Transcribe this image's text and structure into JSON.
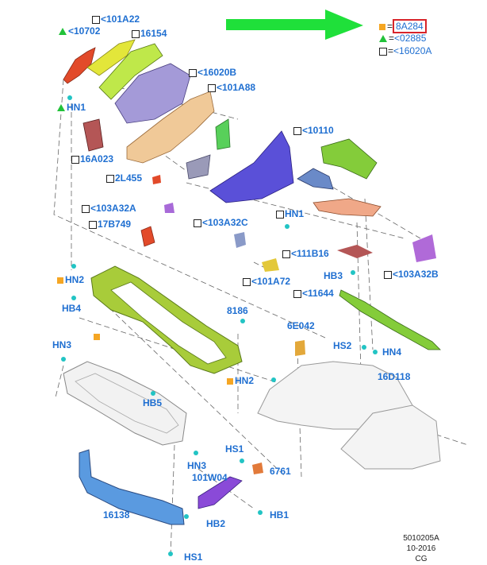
{
  "legend": {
    "square_orange": "8A284",
    "triangle_green": "<02885",
    "square_white": "<16020A"
  },
  "labels": {
    "l101A22": "<101A22",
    "l10702": "<10702",
    "l16154": "16154",
    "l16020B": "<16020B",
    "l101A88": "<101A88",
    "lHN1a": "HN1",
    "l16A023": "16A023",
    "l10110": "<10110",
    "l2L455": "2L455",
    "l103A32A": "<103A32A",
    "lHN1b": "HN1",
    "l17B749": "17B749",
    "l103A32C": "<103A32C",
    "l111B16": "<111B16",
    "lHN2a": "HN2",
    "l101A72": "<101A72",
    "lHB3": "HB3",
    "l103A32B": "<103A32B",
    "lHB4": "HB4",
    "l11644": "<11644",
    "l8186": "8186",
    "l6E042": "6E042",
    "lHN3a": "HN3",
    "lHS2": "HS2",
    "lHN4": "HN4",
    "l16D118": "16D118",
    "lHN2b": "HN2",
    "lHB5": "HB5",
    "lHS1a": "HS1",
    "lHN3b": "HN3",
    "l101W04": "101W04",
    "l6761": "6761",
    "l16138": "16138",
    "lHB1": "HB1",
    "lHB2": "HB2",
    "lHS1b": "HS1"
  },
  "reference": {
    "code": "5010205A",
    "date": "10-2016",
    "author": "CG"
  }
}
